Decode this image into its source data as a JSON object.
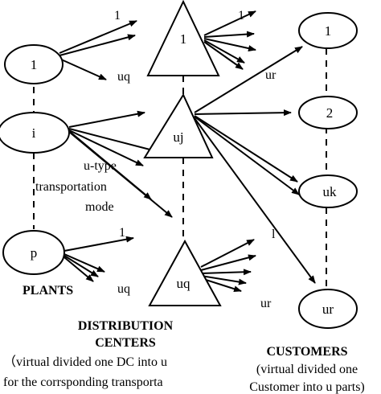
{
  "plants": {
    "heading": "PLANTS",
    "nodes": [
      {
        "id": "plant-1",
        "label": "1"
      },
      {
        "id": "plant-i",
        "label": "i"
      },
      {
        "id": "plant-p",
        "label": "p"
      }
    ],
    "arrow_labels": {
      "first": "1",
      "last": "uq"
    }
  },
  "distribution_centers": {
    "heading_line1": "DISTRIBUTION",
    "heading_line2": "CENTERS",
    "note_line1": "（virtual divided one DC into u",
    "note_line2": "for the corrsponding transporta",
    "nodes": [
      {
        "id": "dc-1",
        "label": "1"
      },
      {
        "id": "dc-uj",
        "label": "uj"
      },
      {
        "id": "dc-uq",
        "label": "uq"
      }
    ],
    "arrow_labels": {
      "last": "ur",
      "first": "l"
    }
  },
  "customers": {
    "heading": "CUSTOMERS",
    "note_line1": "(virtual divided one",
    "note_line2": "Customer into u parts)",
    "nodes": [
      {
        "id": "cust-1",
        "label": "1"
      },
      {
        "id": "cust-2",
        "label": "2"
      },
      {
        "id": "cust-uk",
        "label": "uk"
      },
      {
        "id": "cust-ur",
        "label": "ur"
      }
    ]
  },
  "mode_label": {
    "line1": "u-type",
    "line2": "transportation",
    "line3": "mode"
  }
}
